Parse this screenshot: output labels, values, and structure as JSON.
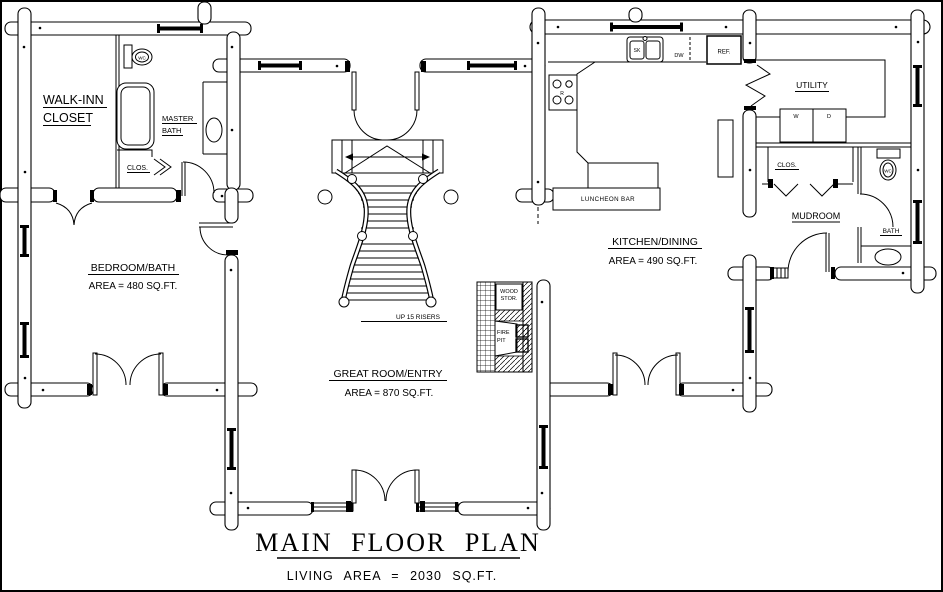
{
  "colors": {
    "ink": "#000000",
    "paper": "#ffffff"
  },
  "title_block": {
    "title": "MAIN FLOOR PLAN",
    "subtitle": "LIVING AREA = 2030 SQ.FT."
  },
  "rooms": {
    "walk_inn_closet": {
      "line1": "WALK-INN",
      "line2": "CLOSET"
    },
    "master_bath": {
      "line1": "MASTER",
      "line2": "BATH",
      "closet_label": "CLOS."
    },
    "bedroom": {
      "name": "BEDROOM/BATH",
      "area": "AREA = 480 SQ.FT."
    },
    "great_room": {
      "name": "GREAT ROOM/ENTRY",
      "area": "AREA = 870 SQ.FT."
    },
    "kitchen": {
      "name": "KITCHEN/DINING",
      "area": "AREA = 490 SQ.FT."
    },
    "utility": {
      "name": "UTILITY",
      "washer": "W",
      "dryer": "D"
    },
    "mudroom": {
      "name": "MUDROOM",
      "closet_label": "CLOS.",
      "bath_label": "BATH"
    }
  },
  "fixtures": {
    "sink": "SK",
    "dishwasher": "DW",
    "refrigerator": "REF.",
    "range": "R",
    "luncheon_bar": "LUNCHEON BAR",
    "wood_storage_line1": "WOOD",
    "wood_storage_line2": "STOR.",
    "fire_pit_line1": "FIRE",
    "fire_pit_line2": "PIT",
    "master_wc": "WC",
    "mudroom_wc": "WC"
  },
  "stairs": {
    "note": "UP 15 RISERS"
  }
}
